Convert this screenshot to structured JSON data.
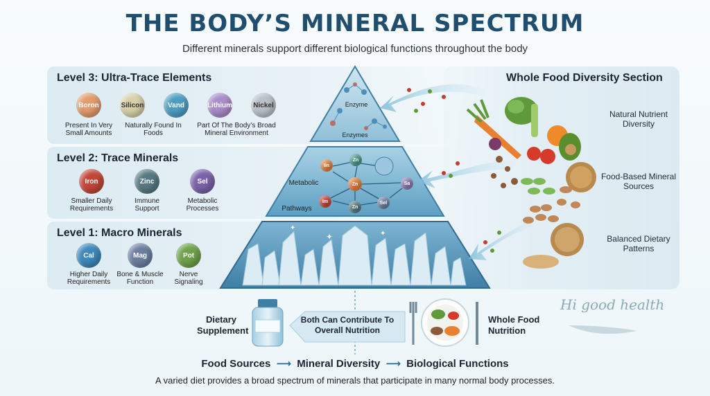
{
  "title": "THE BODY’S MINERAL SPECTRUM",
  "subtitle": "Different minerals support different biological functions throughout the body",
  "level3": {
    "title": "Level 3: Ultra-Trace Elements",
    "minerals": [
      {
        "label": "Boron",
        "color": "#e39a6c"
      },
      {
        "label": "Silicon",
        "color": "#d8d0a8"
      },
      {
        "label": "Vand",
        "color": "#4f9cc3"
      },
      {
        "label": "Lithium",
        "color": "#a98bc9"
      },
      {
        "label": "Nickel",
        "color": "#b9c1c7"
      }
    ],
    "captions": [
      "Present In Very Small Amounts",
      "Naturally Found In Foods",
      "Part Of The Body’s Broad Mineral Environment"
    ]
  },
  "level2": {
    "title": "Level 2: Trace Minerals",
    "minerals": [
      {
        "label": "Iron",
        "color": "#c4463a"
      },
      {
        "label": "Zinc",
        "color": "#567a83"
      },
      {
        "label": "Sel",
        "color": "#7a62a8"
      }
    ],
    "captions": [
      "Smaller Daily Requirements",
      "Immune Support",
      "Metabolic Processes"
    ]
  },
  "level1": {
    "title": "Level 1: Macro Minerals",
    "minerals": [
      {
        "label": "Cal",
        "color": "#3d88bc"
      },
      {
        "label": "Mag",
        "color": "#6c7fa0"
      },
      {
        "label": "Pot",
        "color": "#6da24a"
      }
    ],
    "captions": [
      "Higher Daily Requirements",
      "Bone & Muscle Function",
      "Nerve Signaling"
    ]
  },
  "pyramid": {
    "top_labels": [
      "Enzyme",
      "Enzymes"
    ],
    "middle_labels": [
      "Metabolic",
      "Pathways"
    ],
    "nodes": [
      "Iin",
      "Zn",
      "Zn",
      "Sa",
      "Im",
      "Sel",
      "Zn"
    ]
  },
  "whole_food": {
    "title": "Whole Food Diversity Section",
    "labels": [
      "Natural Nutrient Diversity",
      "Food-Based Mineral Sources",
      "Balanced Dietary Patterns"
    ]
  },
  "bottom": {
    "supplement": "Dietary Supplement",
    "contribute": "Both Can Contribute To Overall Nutrition",
    "whole_food": "Whole Food Nutrition",
    "brand": "Hi good health"
  },
  "flow": {
    "a": "Food Sources",
    "b": "Mineral Diversity",
    "c": "Biological Functions",
    "arrow": "⟶"
  },
  "footer": "A varied diet provides a broad spectrum of minerals that participate in many normal body processes."
}
